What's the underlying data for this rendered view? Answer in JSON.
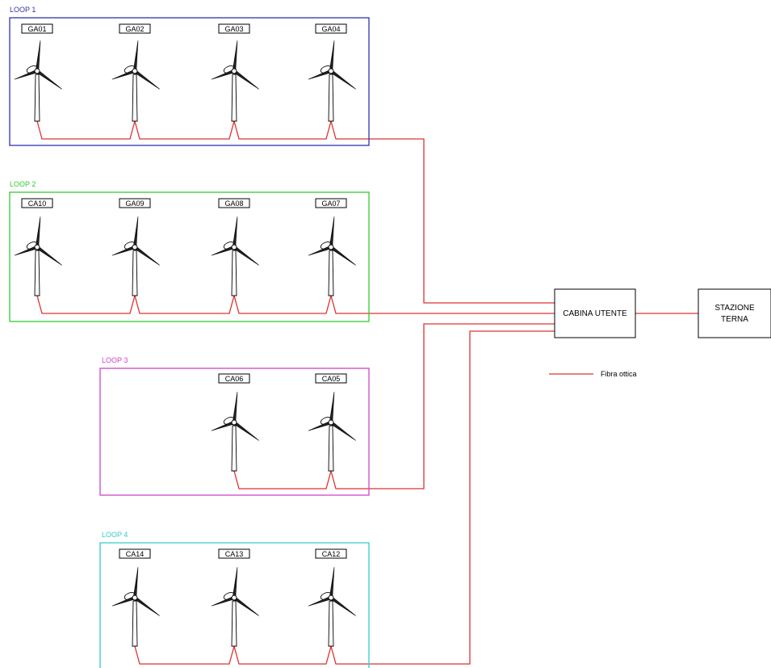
{
  "loops": [
    {
      "label": "LOOP 1",
      "color": "#3333aa",
      "turbines": [
        "GA01",
        "GA02",
        "GA03",
        "GA04"
      ]
    },
    {
      "label": "LOOP 2",
      "color": "#33cc33",
      "turbines": [
        "CA10",
        "GA09",
        "GA08",
        "GA07"
      ]
    },
    {
      "label": "LOOP 3",
      "color": "#cc44cc",
      "turbines": [
        "CA06",
        "CA05"
      ]
    },
    {
      "label": "LOOP 4",
      "color": "#33cccc",
      "turbines": [
        "CA14",
        "CA13",
        "CA12"
      ]
    }
  ],
  "cabina": {
    "label": "CABINA UTENTE"
  },
  "stazione": {
    "line1": "STAZIONE",
    "line2": "TERNA"
  },
  "legend": {
    "label": "Fibra ottica",
    "line_color": "#dd3333"
  },
  "cable_color": "#dd3333"
}
